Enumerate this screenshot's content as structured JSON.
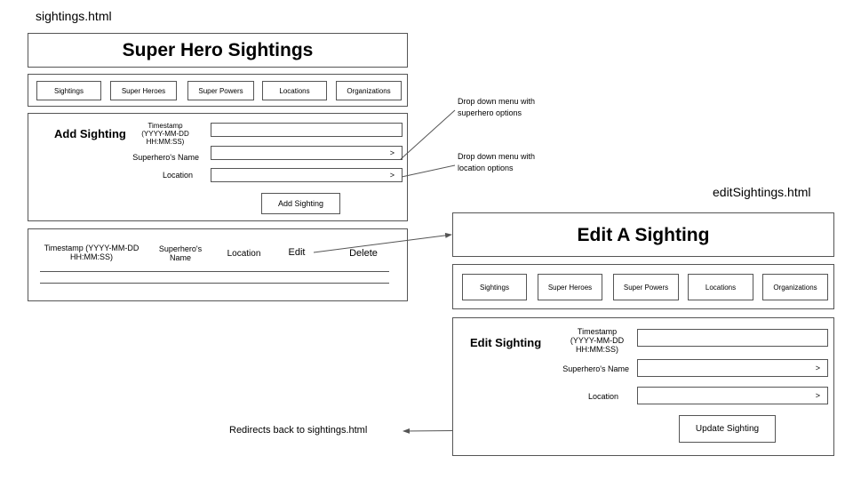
{
  "sightings_page": {
    "filename": "sightings.html",
    "title": "Super Hero Sightings",
    "nav": [
      {
        "label": "Sightings"
      },
      {
        "label": "Super Heroes"
      },
      {
        "label": "Super Powers"
      },
      {
        "label": "Locations"
      },
      {
        "label": "Organizations"
      }
    ],
    "add_form": {
      "heading": "Add Sighting",
      "timestamp_label": "Timestamp (YYYY-MM-DD HH:MM:SS)",
      "superhero_label": "Superhero's Name",
      "location_label": "Location",
      "dropdown_indicator": ">",
      "submit_label": "Add Sighting"
    },
    "table": {
      "headers": [
        "Timestamp (YYYY-MM-DD HH:MM:SS)",
        "Superhero's Name",
        "Location",
        "Edit",
        "Delete"
      ]
    }
  },
  "annotations": {
    "superhero_dropdown": "Drop down menu with superhero options",
    "location_dropdown": "Drop down menu with location options",
    "redirect": "Redirects back to sightings.html"
  },
  "edit_page": {
    "filename": "editSightings.html",
    "title": "Edit A Sighting",
    "nav": [
      {
        "label": "Sightings"
      },
      {
        "label": "Super Heroes"
      },
      {
        "label": "Super Powers"
      },
      {
        "label": "Locations"
      },
      {
        "label": "Organizations"
      }
    ],
    "edit_form": {
      "heading": "Edit Sighting",
      "timestamp_label": "Timestamp (YYYY-MM-DD HH:MM:SS)",
      "superhero_label": "Superhero's Name",
      "location_label": "Location",
      "dropdown_indicator": ">",
      "submit_label": "Update Sighting"
    }
  }
}
